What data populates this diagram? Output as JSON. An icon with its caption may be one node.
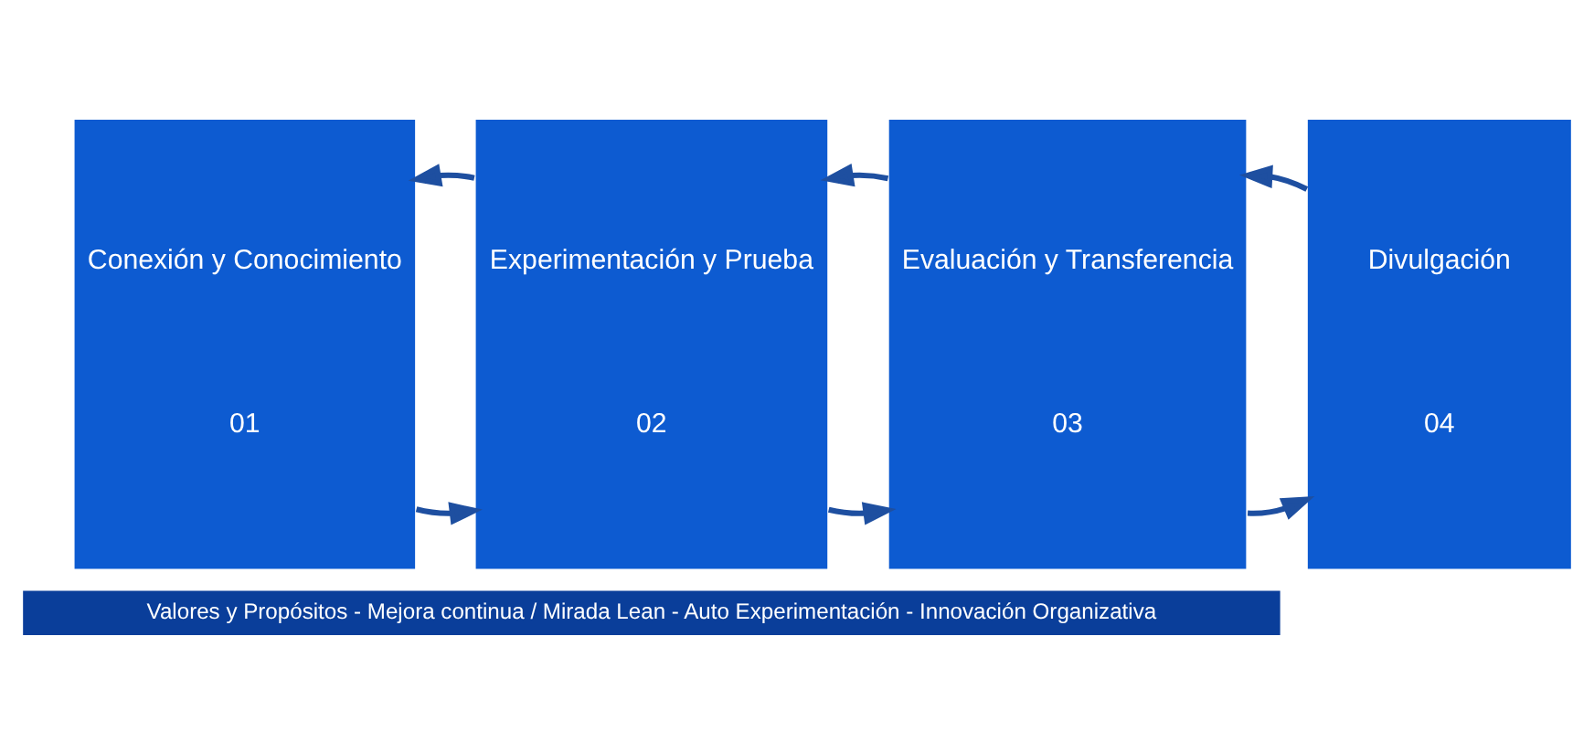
{
  "diagram": {
    "nodes": [
      {
        "text": [
          "Conexión y Conocimiento",
          "01"
        ]
      },
      {
        "text": [
          "Experimentación y Prueba",
          "02"
        ]
      },
      {
        "text": [
          "Evaluación y Transferencia",
          "03"
        ]
      },
      {
        "text": [
          "Divulgación",
          "04"
        ]
      },
      {
        "text": [
          "Valores y Propósitos - Mejora continua / Mirada Lean - Auto Experimentación - Innovación Organizativa"
        ]
      }
    ],
    "edges": [
      {
        "from": 0,
        "to": 1,
        "arrow": "to"
      },
      {
        "from": 1,
        "to": 0,
        "arrow": "to"
      },
      {
        "from": 1,
        "to": 2,
        "arrow": "to"
      },
      {
        "from": 2,
        "to": 1,
        "arrow": "to"
      },
      {
        "from": 2,
        "to": 3,
        "arrow": "to"
      },
      {
        "from": 3,
        "to": 2,
        "arrow": "to"
      }
    ]
  }
}
